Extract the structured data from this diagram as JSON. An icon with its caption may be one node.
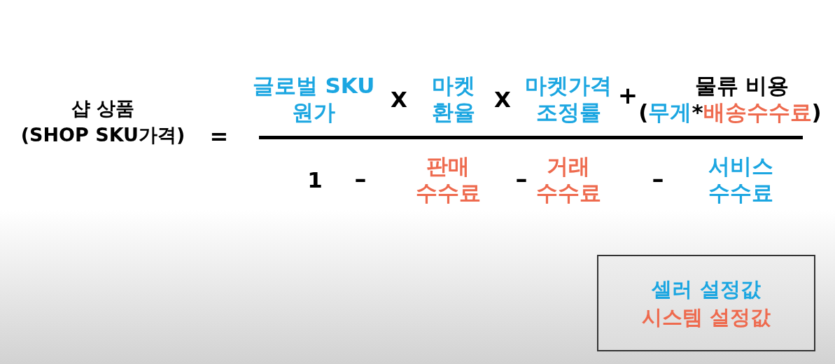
{
  "diagram": {
    "labels": [
      "샵 상품 (SHOP SKU가격)",
      "=",
      "글로벌 SKU 원가",
      "X",
      "마켓 환율",
      "X",
      "마켓가격 조정률",
      "+",
      "물류 비용",
      "(",
      "무게",
      "*",
      "배송수수료",
      ")",
      "1",
      "–",
      "판매 수수료",
      "–",
      "거래 수수료",
      "–",
      "서비스 수수료"
    ],
    "legend": [
      {
        "text": "셀러 설정값",
        "color": "#1ba6e1"
      },
      {
        "text": "시스템 설정값",
        "color": "#ee6a4e"
      }
    ]
  }
}
